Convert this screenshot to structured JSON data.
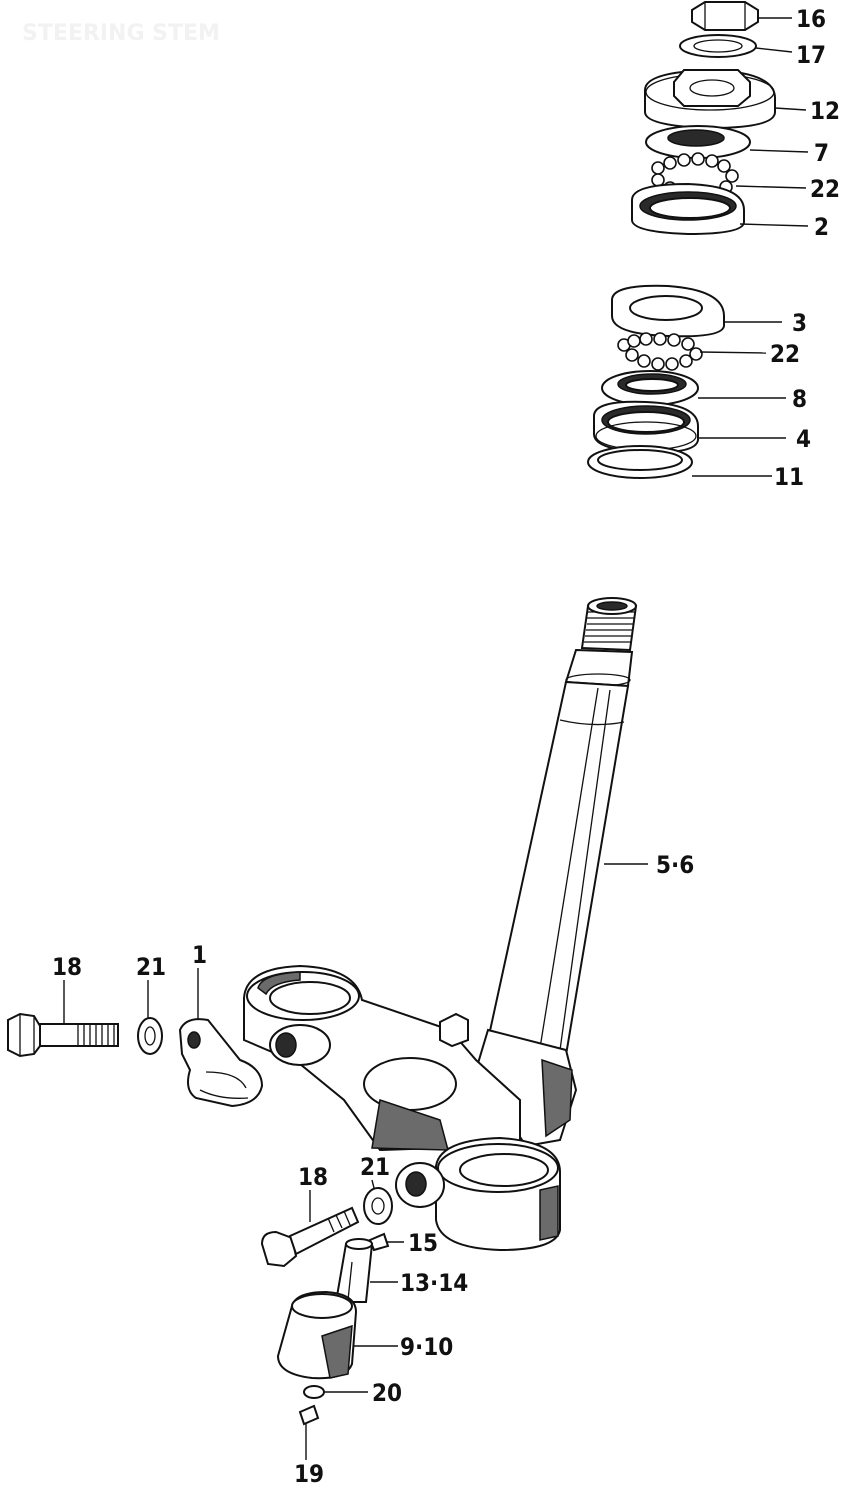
{
  "watermark": "STEERING STEM",
  "callouts": {
    "c16": "16",
    "c17": "17",
    "c12": "12",
    "c7": "7",
    "c22a": "22",
    "c2": "2",
    "c3": "3",
    "c22b": "22",
    "c8": "8",
    "c4": "4",
    "c11": "11",
    "c56": "5·6",
    "c18a": "18",
    "c21a": "21",
    "c1": "1",
    "c18b": "18",
    "c21b": "21",
    "c15": "15",
    "c1314": "13·14",
    "c910": "9·10",
    "c20": "20",
    "c19": "19"
  }
}
